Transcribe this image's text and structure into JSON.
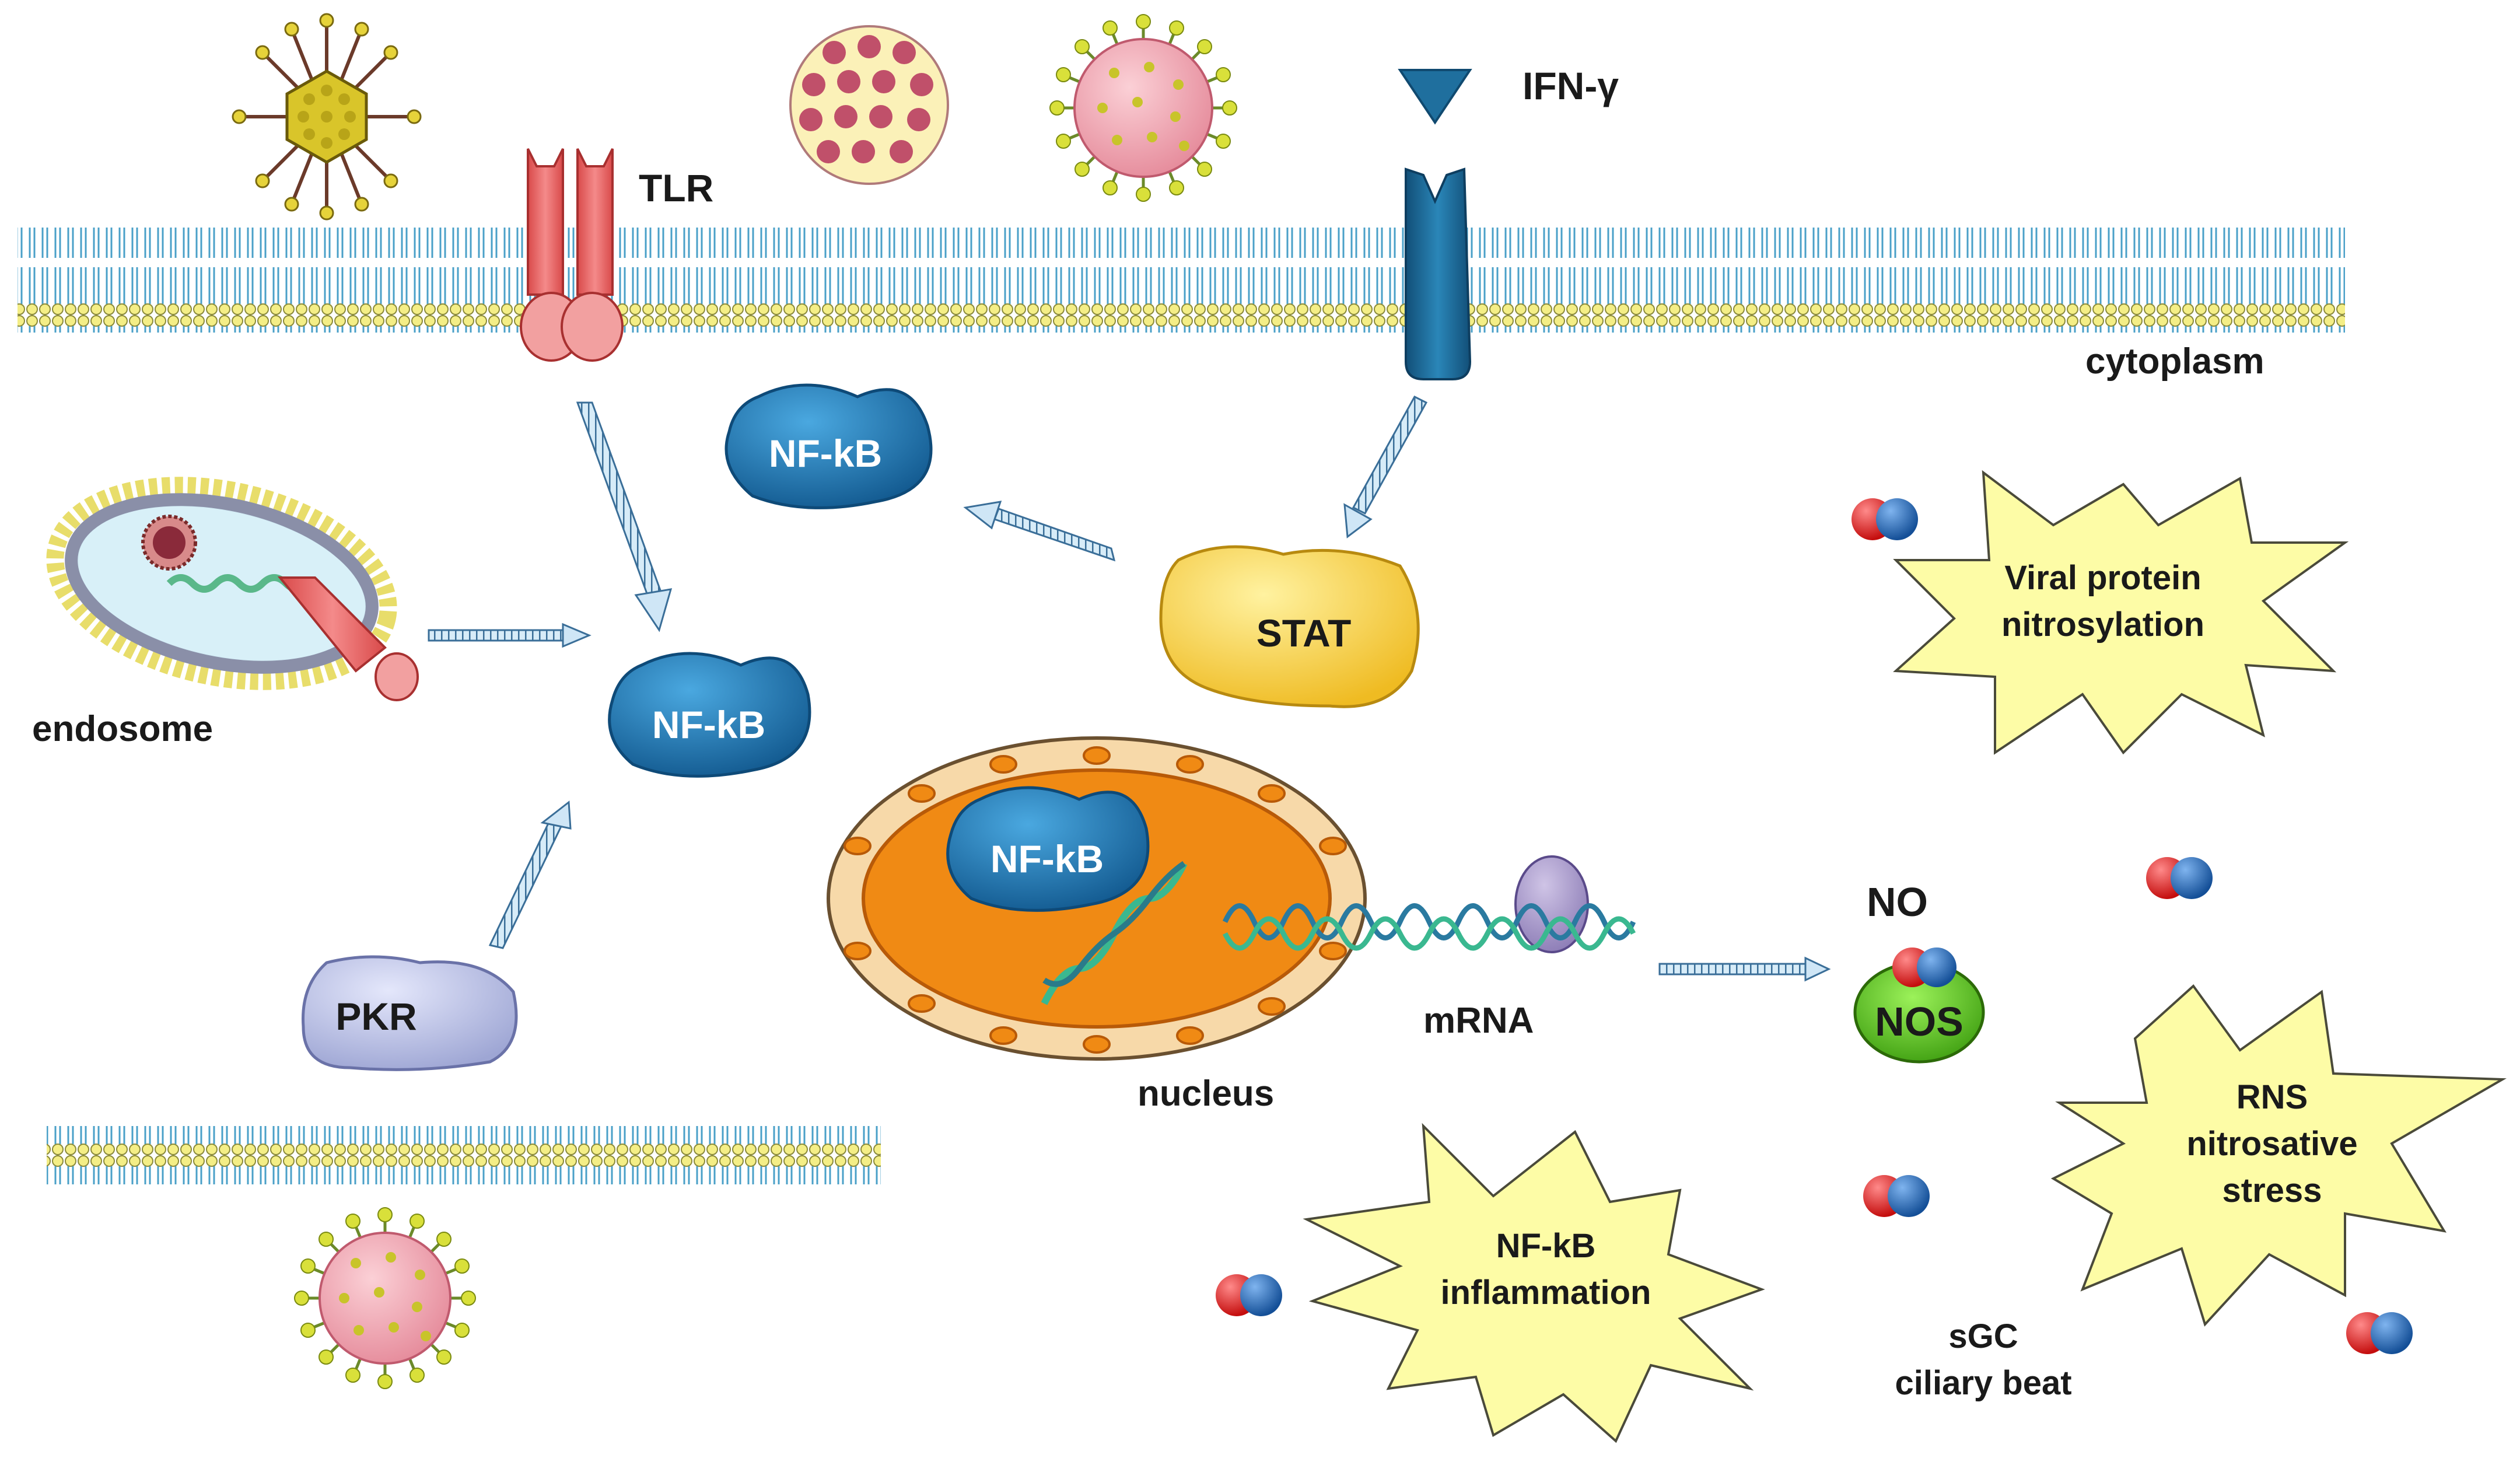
{
  "labels": {
    "tlr": "TLR",
    "ifn": "IFN-γ",
    "cytoplasm": "cytoplasm",
    "endosome": "endosome",
    "nfkb_top": "NF-kB",
    "nfkb_mid": "NF-kB",
    "nfkb_nucleus": "NF-kB",
    "stat": "STAT",
    "pkr": "PKR",
    "nucleus": "nucleus",
    "mrna": "mRNA",
    "no": "NO",
    "nos": "NOS",
    "sgc_line1": "sGC",
    "sgc_line2": "ciliary beat"
  },
  "bursts": {
    "viral_line1": "Viral protein",
    "viral_line2": "nitrosylation",
    "inflam_line1": "NF-kB",
    "inflam_line2": "inflammation",
    "rns_line1": "RNS",
    "rns_line2": "nitrosative",
    "rns_line3": "stress"
  },
  "colors": {
    "nfkb": "#1d6fa8",
    "stat": "#f3c63a",
    "pkr": "#b9bfe0",
    "nos": "#56c21e",
    "tlr": "#ef6a6a",
    "ifn_receptor": "#1a6794",
    "nucleus_outer": "#f7d9a9",
    "nucleus_inner": "#f08a14",
    "burst": "#fdfca6",
    "no_red": "#e01818",
    "no_blue": "#1b63b2"
  }
}
